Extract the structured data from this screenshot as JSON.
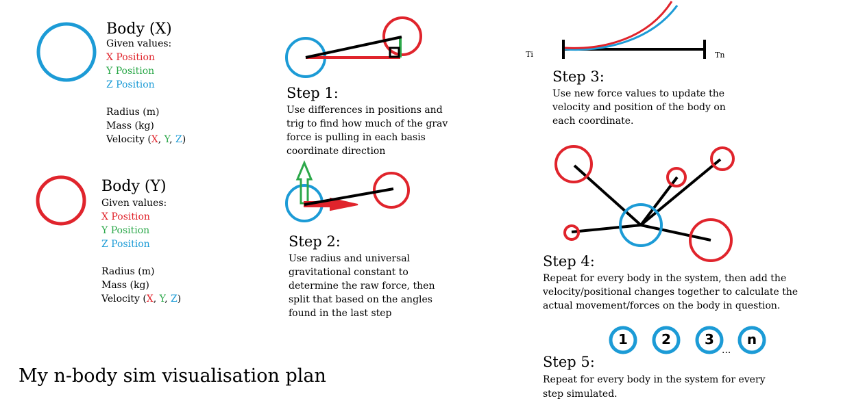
{
  "body_x": {
    "title": "Body (X)",
    "given": "Given values:",
    "x_pos": "X Position",
    "y_pos": "Y Position",
    "z_pos": "Z Position",
    "radius": "Radius (m)",
    "mass": "Mass (kg)",
    "velocity_prefix": "Velocity (",
    "vx": "X",
    "vy": "Y",
    "vz": "Z",
    "comma": ", ",
    "close": ")",
    "circle_color": "#1c9bd6"
  },
  "body_y": {
    "title": "Body (Y)",
    "given": "Given values:",
    "x_pos": "X Position",
    "y_pos": "Y Position",
    "z_pos": "Z Position",
    "radius": "Radius (m)",
    "mass": "Mass (kg)",
    "velocity_prefix": "Velocity (",
    "vx": "X",
    "vy": "Y",
    "vz": "Z",
    "comma": ", ",
    "close": ")",
    "circle_color": "#e0242c"
  },
  "step1": {
    "heading": "Step 1:",
    "lines": [
      "Use differences in positions and",
      "trig to find how much of the grav",
      "force is pulling in each basis",
      "coordinate direction"
    ]
  },
  "step2": {
    "heading": "Step 2:",
    "lines": [
      "Use radius and universal",
      "gravitational constant to",
      "determine the raw force, then",
      "split that based on the angles",
      "found in the last step"
    ]
  },
  "step3": {
    "heading": "Step 3:",
    "lines": [
      "Use new force values to update the",
      "velocity and position of the body on",
      "each coordinate."
    ],
    "t_start": "Ti",
    "t_end": "Tn"
  },
  "step4": {
    "heading": "Step 4:",
    "lines": [
      "Repeat for every body in the system, then add the",
      "velocity/positional changes together to calculate the",
      "actual movement/forces on the body in question."
    ]
  },
  "step5": {
    "heading": "Step 5:",
    "lines": [
      "Repeat for every body in the system for every",
      "step simulated."
    ],
    "bodies": [
      "1",
      "2",
      "3",
      "n"
    ],
    "ellipsis": "..."
  },
  "main_title": "My n-body sim visualisation plan",
  "colors": {
    "red": "#e0242c",
    "green": "#2ca84a",
    "blue": "#1c9bd6",
    "black": "#000000"
  }
}
